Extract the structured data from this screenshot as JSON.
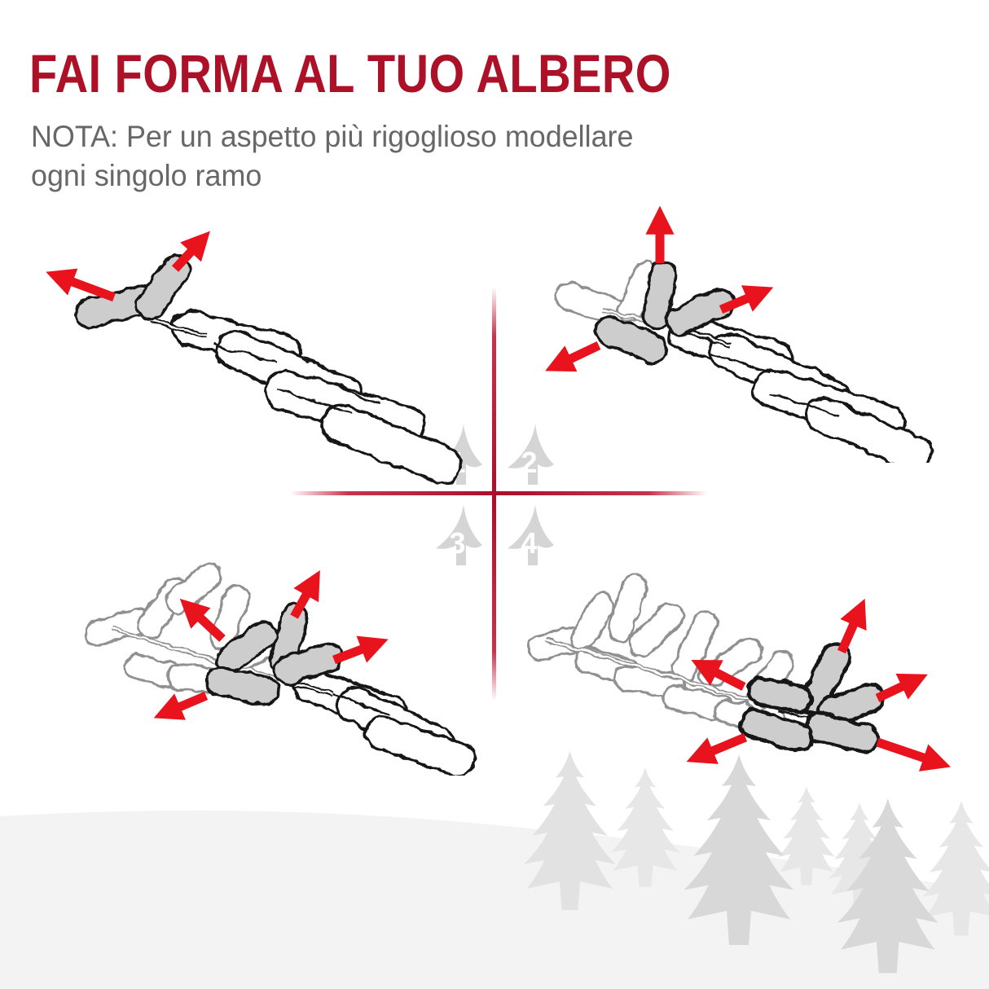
{
  "header": {
    "title": "FAI FORMA AL TUO ALBERO",
    "note_line1": "NOTA: Per un aspetto più rigoglioso modellare",
    "note_line2": "ogni singolo ramo"
  },
  "steps": [
    {
      "number": "1",
      "icon": "tree-icon"
    },
    {
      "number": "2",
      "icon": "tree-icon"
    },
    {
      "number": "3",
      "icon": "tree-icon"
    },
    {
      "number": "4",
      "icon": "tree-icon"
    }
  ],
  "colors": {
    "title_red": "#ac1127",
    "arrow_red": "#e8131c",
    "cross_red": "#ad0e2a",
    "note_gray": "#676767",
    "step_tree_gray": "#d5d5d5",
    "branch_ink": "#171717",
    "ghost_gray": "#909090",
    "tip_fill_gray": "#cdcdcd",
    "scenery_tree_light": "#e7e7e7",
    "scenery_tree_dark": "#d8d8d8",
    "hill_gray": "#f3f3f3"
  }
}
